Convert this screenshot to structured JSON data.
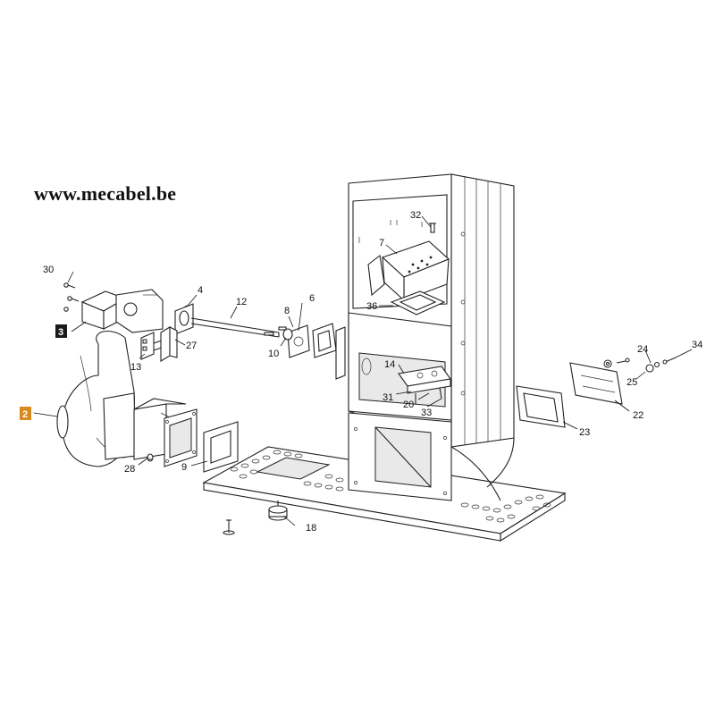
{
  "header": {
    "website": "www.mecabel.be"
  },
  "highlight": {
    "orange": "#d88a1e",
    "dark": "#1a1a1a"
  },
  "labels": {
    "p2": "2",
    "p3": "3",
    "p4": "4",
    "p6": "6",
    "p7": "7",
    "p8": "8",
    "p9": "9",
    "p10": "10",
    "p12": "12",
    "p13": "13",
    "p14": "14",
    "p18": "18",
    "p20": "20",
    "p22": "22",
    "p23": "23",
    "p24": "24",
    "p25": "25",
    "p27": "27",
    "p28": "28",
    "p30": "30",
    "p31": "31",
    "p32": "32",
    "p33": "33",
    "p34": "34",
    "p36": "36"
  }
}
